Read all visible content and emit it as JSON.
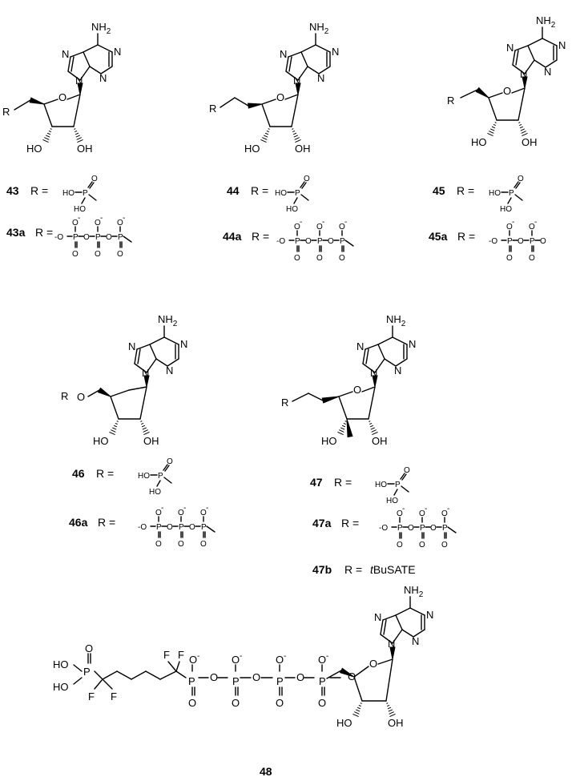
{
  "atoms": {
    "amine": "NH",
    "amine_sub": "2",
    "n": "N",
    "o": "O",
    "ho": "HO",
    "oh": "OH",
    "r": "R",
    "f": "F",
    "p": "P",
    "minus": "-",
    "minus_o": "-O",
    "o_minus": "O"
  },
  "compounds": {
    "c43": {
      "label": "43",
      "eq": "R ="
    },
    "c43a": {
      "label": "43a",
      "eq": "R ="
    },
    "c44": {
      "label": "44",
      "eq": "R ="
    },
    "c44a": {
      "label": "44a",
      "eq": "R ="
    },
    "c45": {
      "label": "45",
      "eq": "R ="
    },
    "c45a": {
      "label": "45a",
      "eq": "R ="
    },
    "c46": {
      "label": "46",
      "eq": "R ="
    },
    "c46a": {
      "label": "46a",
      "eq": "R ="
    },
    "c47": {
      "label": "47",
      "eq": "R ="
    },
    "c47a": {
      "label": "47a",
      "eq": "R ="
    },
    "c47b": {
      "label": "47b",
      "eq": "R =",
      "value_italic": "t",
      "value_rest": "BuSATE"
    },
    "c48": {
      "label": "48"
    }
  }
}
